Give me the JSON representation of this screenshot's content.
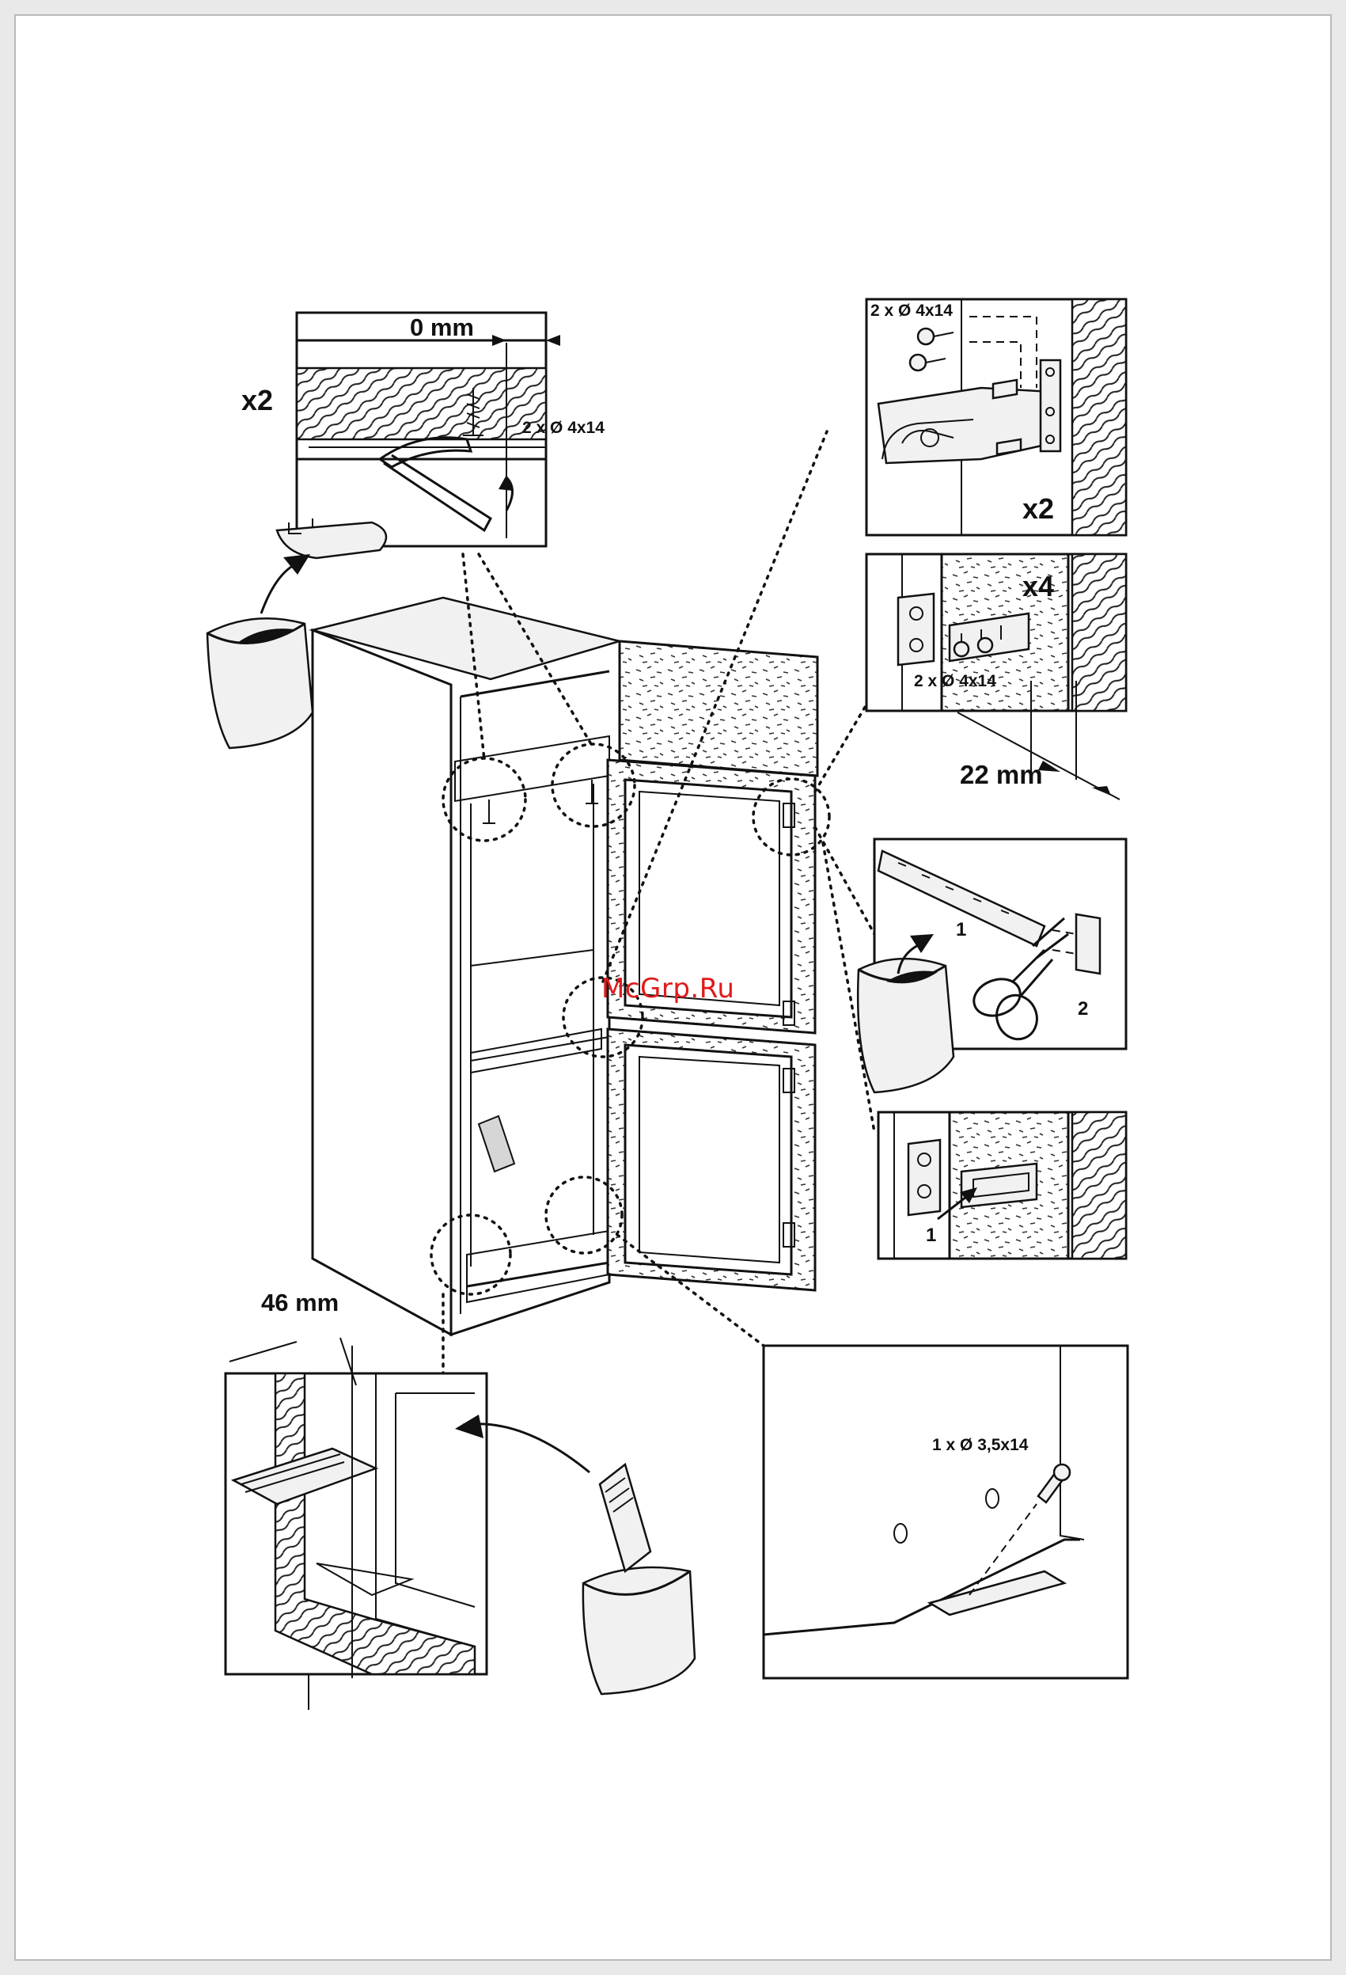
{
  "watermark": "McGrp.Ru",
  "panels": {
    "top_bracket": {
      "multiplier": "x2",
      "gap": "0 mm",
      "screws": "2 x Ø 4x14"
    },
    "hinge_top": {
      "screws": "2 x Ø 4x14",
      "multiplier": "x2"
    },
    "hinge_side": {
      "multiplier": "x4",
      "screws": "2 x Ø 4x14",
      "offset": "22 mm"
    },
    "rail_cut": {
      "step_1": "1",
      "step_2": "2"
    },
    "rail_slide": {
      "step_1": "1"
    },
    "bottom_left": {
      "offset": "46 mm"
    },
    "bottom_right": {
      "screws": "1 x Ø 3,5x14"
    }
  }
}
